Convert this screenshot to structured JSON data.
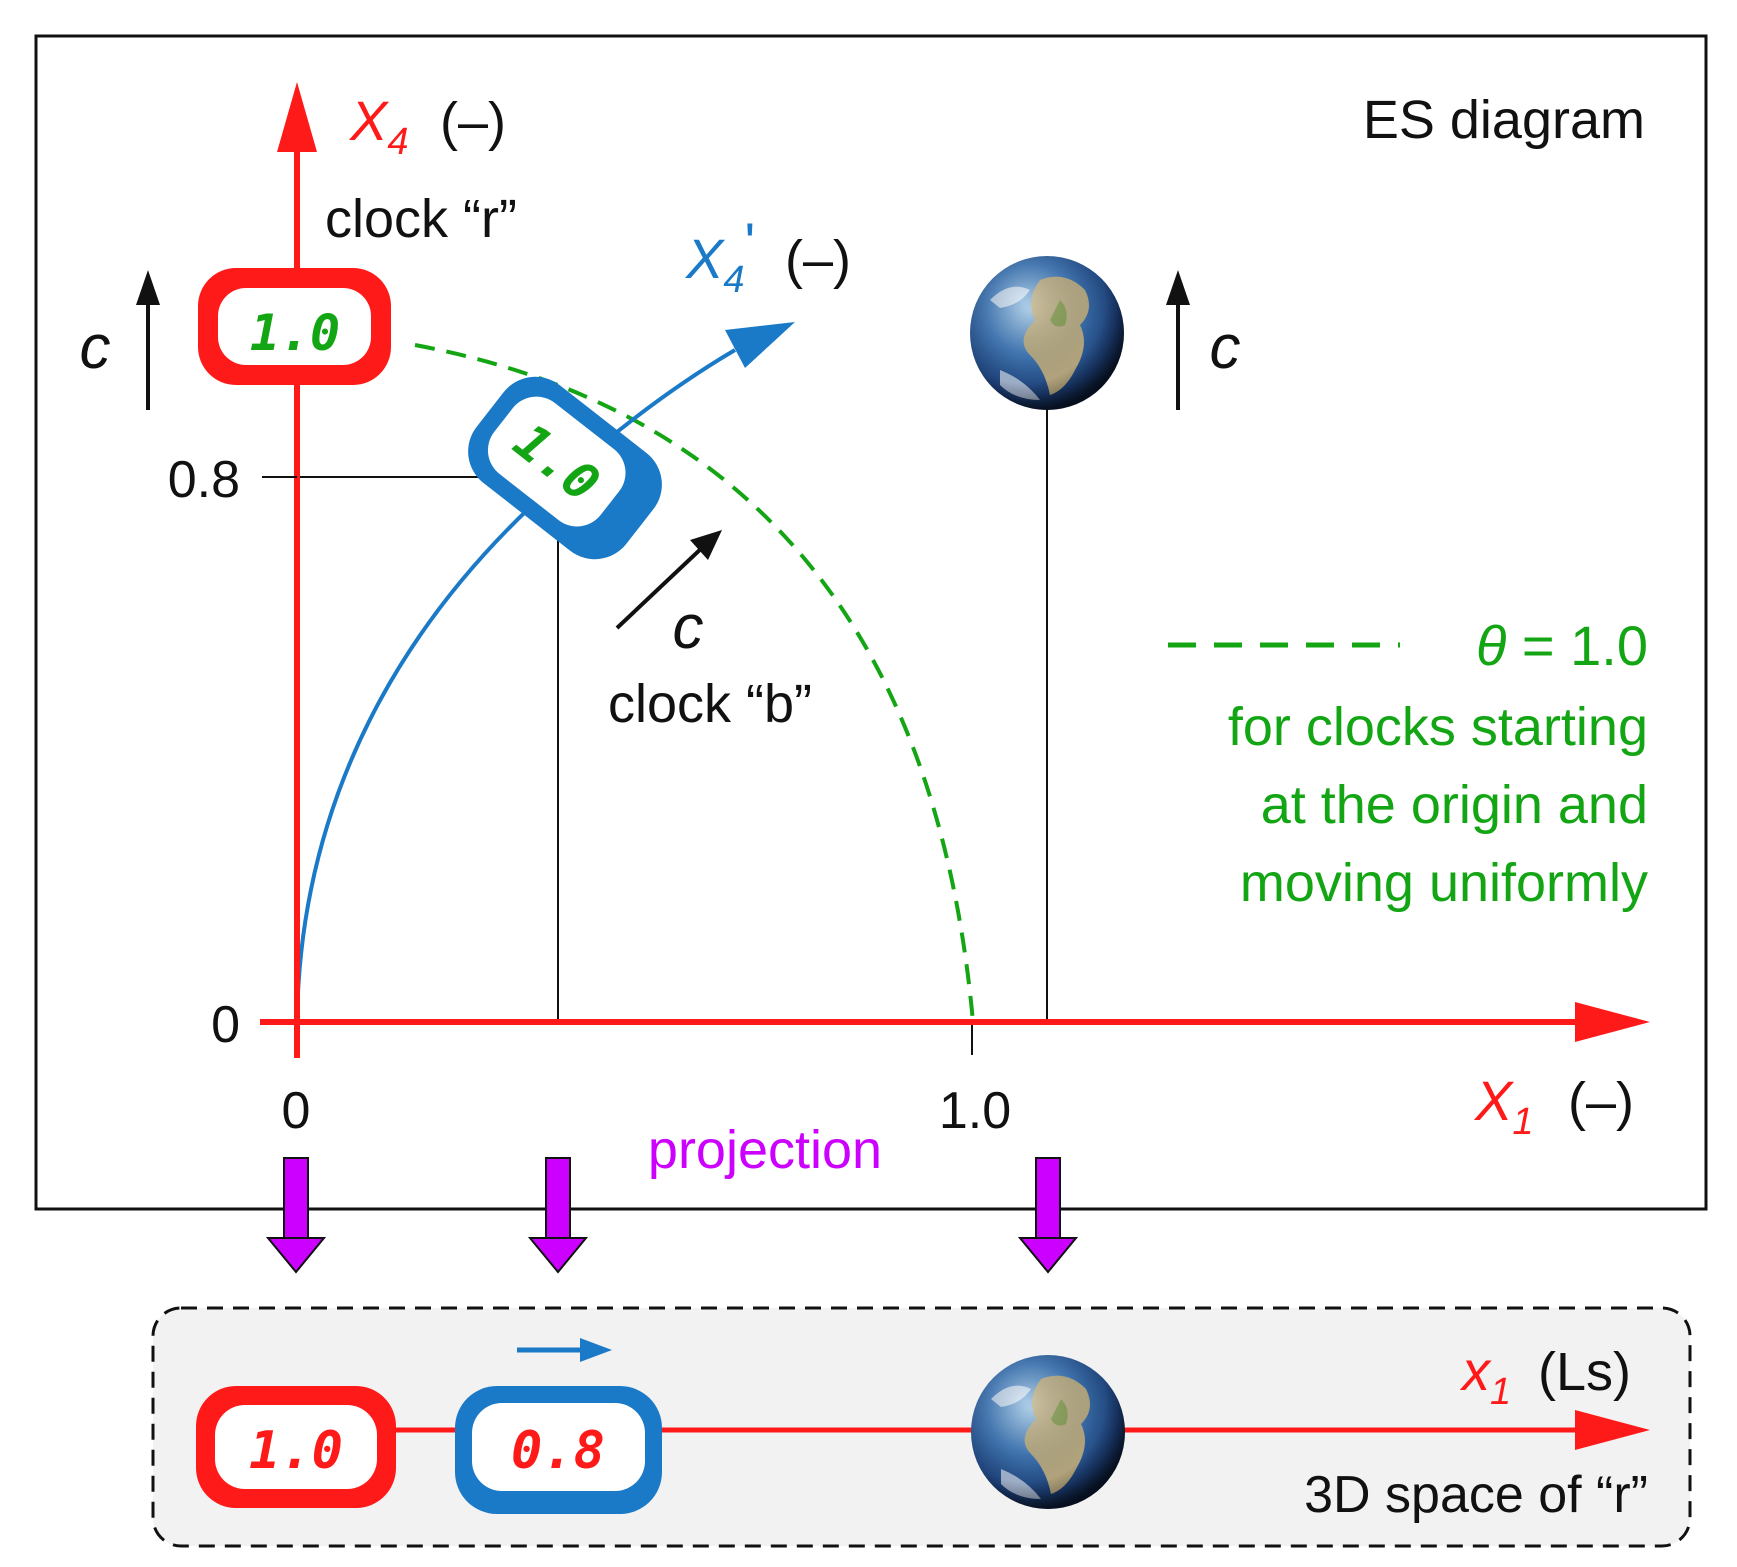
{
  "diagram": {
    "title": "ES diagram",
    "axes": {
      "x4_symbol": "X",
      "x4_sub": "4",
      "x4_unit": "(–)",
      "x4p_symbol": "X",
      "x4p_sub": "4",
      "x4p_prime": "'",
      "x4p_unit": "(–)",
      "x1_symbol": "X",
      "x1_sub": "1",
      "x1_unit": "(–)"
    },
    "ticks": {
      "y_08": "0.8",
      "y_0": "0",
      "x_0": "0",
      "x_10": "1.0"
    },
    "labels": {
      "clock_r": "clock “r”",
      "clock_b": "clock “b”",
      "c_left": "c",
      "c_right": "c",
      "c_mid": "c",
      "projection": "projection"
    },
    "clock_r_display": "1.0",
    "clock_b_display": "1.0",
    "legend": {
      "theta_sym": "θ",
      "theta_eq": " = 1.0",
      "line1": "for clocks starting",
      "line2": "at the origin and",
      "line3": "moving uniformly"
    },
    "colors": {
      "red": "#ff1a1a",
      "blue": "#1a7ac8",
      "green": "#14a514",
      "purple": "#cc00ff"
    }
  },
  "space": {
    "x1_symbol": "x",
    "x1_sub": "1",
    "x1_unit": "(Ls)",
    "caption": "3D space of “r”",
    "clock_r_display": "1.0",
    "clock_b_display": "0.8"
  }
}
